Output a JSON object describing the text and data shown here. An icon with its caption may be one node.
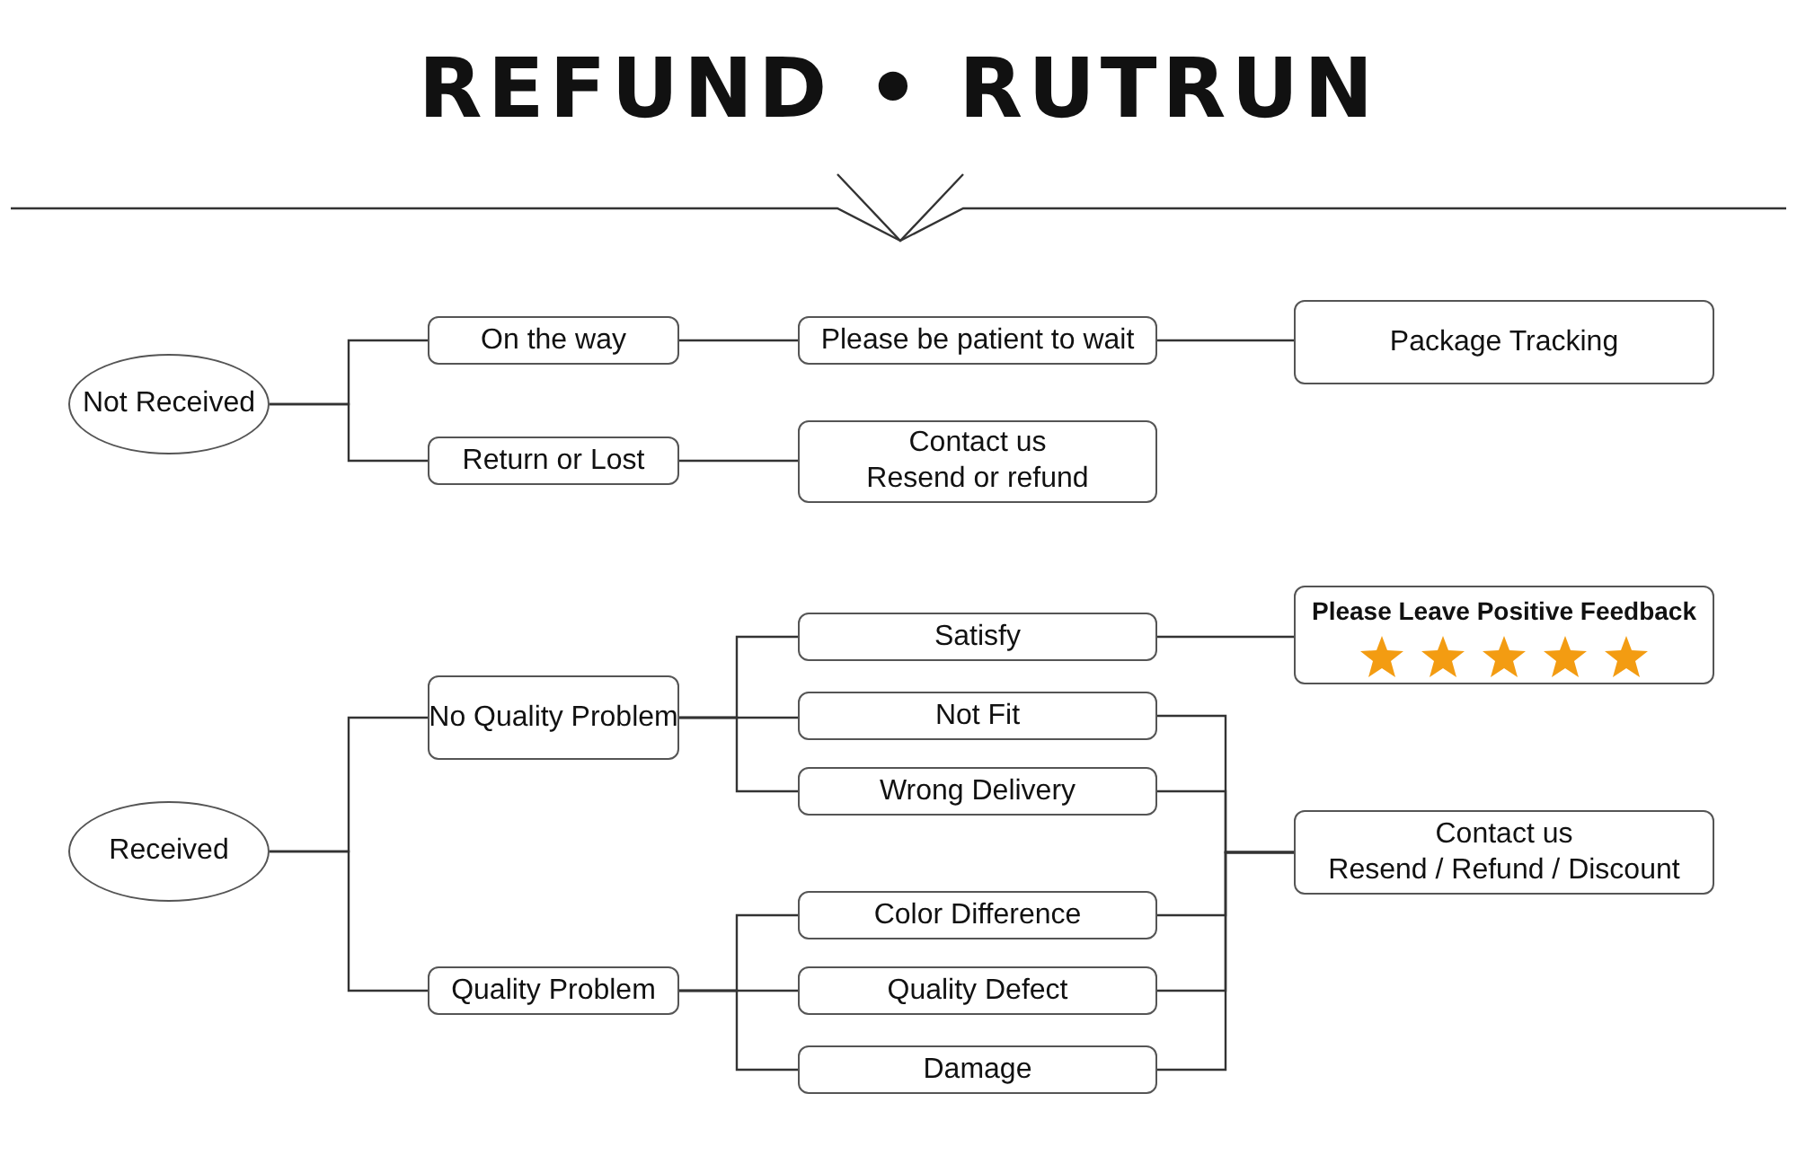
{
  "diagram": {
    "title": "REFUND • RUTRUN",
    "nodes": [
      {
        "text": [
          "Not Received"
        ]
      },
      {
        "text": [
          "On the way"
        ]
      },
      {
        "text": [
          "Return or Lost"
        ]
      },
      {
        "text": [
          "Please be patient to wait"
        ]
      },
      {
        "text": [
          "Package Tracking"
        ]
      },
      {
        "text": [
          "Contact us",
          "Resend or refund"
        ]
      },
      {
        "text": [
          "Received"
        ]
      },
      {
        "text": [
          "No Quality Problem"
        ]
      },
      {
        "text": [
          "Quality Problem"
        ]
      },
      {
        "text": [
          "Satisfy"
        ]
      },
      {
        "text": [
          "Not Fit"
        ]
      },
      {
        "text": [
          "Wrong Delivery"
        ]
      },
      {
        "text": [
          "Color Difference"
        ]
      },
      {
        "text": [
          "Quality Defect"
        ]
      },
      {
        "text": [
          "Damage"
        ]
      },
      {
        "text": [
          "Please Leave Positive Feedback"
        ]
      },
      {
        "text": [
          "Contact us",
          "Resend / Refund / Discount"
        ]
      }
    ],
    "edges": [
      {
        "from": 0,
        "to": 1,
        "arrow": "none"
      },
      {
        "from": 0,
        "to": 2,
        "arrow": "none"
      },
      {
        "from": 1,
        "to": 3,
        "arrow": "none"
      },
      {
        "from": 3,
        "to": 4,
        "arrow": "none"
      },
      {
        "from": 2,
        "to": 5,
        "arrow": "none"
      },
      {
        "from": 6,
        "to": 7,
        "arrow": "none"
      },
      {
        "from": 6,
        "to": 8,
        "arrow": "none"
      },
      {
        "from": 7,
        "to": 9,
        "arrow": "none"
      },
      {
        "from": 7,
        "to": 10,
        "arrow": "none"
      },
      {
        "from": 7,
        "to": 11,
        "arrow": "none"
      },
      {
        "from": 8,
        "to": 12,
        "arrow": "none"
      },
      {
        "from": 8,
        "to": 13,
        "arrow": "none"
      },
      {
        "from": 8,
        "to": 14,
        "arrow": "none"
      },
      {
        "from": 9,
        "to": 15,
        "arrow": "none"
      },
      {
        "from": 10,
        "to": 16,
        "arrow": "none"
      },
      {
        "from": 11,
        "to": 16,
        "arrow": "none"
      },
      {
        "from": 12,
        "to": 16,
        "arrow": "none"
      },
      {
        "from": 13,
        "to": 16,
        "arrow": "none"
      },
      {
        "from": 14,
        "to": 16,
        "arrow": "none"
      }
    ]
  }
}
